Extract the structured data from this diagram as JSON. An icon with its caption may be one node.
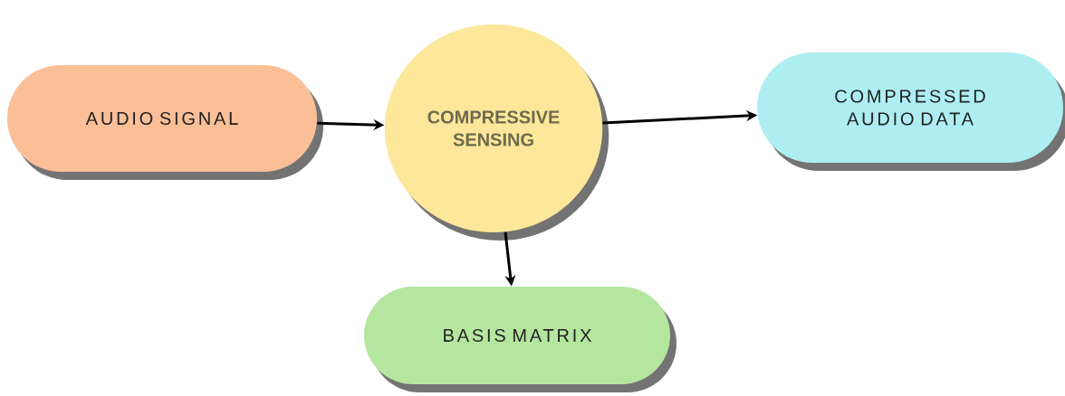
{
  "diagram": {
    "nodes": [
      {
        "text": [
          "AUDIO SIGNAL"
        ]
      },
      {
        "text": [
          "COMPRESSIVE SENSING"
        ]
      },
      {
        "text": [
          "COMPRESSED AUDIO DATA"
        ]
      },
      {
        "text": [
          "BASIS MATRIX"
        ]
      }
    ],
    "edges": [
      {
        "from": 0,
        "to": 1,
        "arrow": "to"
      },
      {
        "from": 1,
        "to": 2,
        "arrow": "to"
      },
      {
        "from": 1,
        "to": 3,
        "arrow": "to"
      }
    ]
  }
}
